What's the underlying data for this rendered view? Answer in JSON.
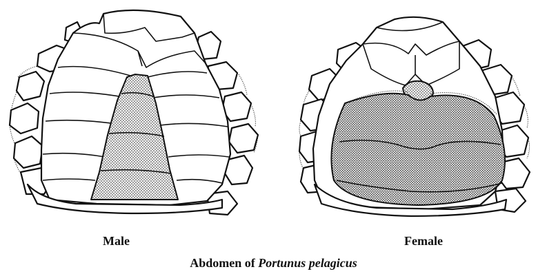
{
  "labels": {
    "male": "Male",
    "female": "Female"
  },
  "caption": {
    "prefix": "Abdomen of ",
    "species": "Portunus pelagicus"
  },
  "colors": {
    "ink": "#111111",
    "background": "#ffffff"
  }
}
